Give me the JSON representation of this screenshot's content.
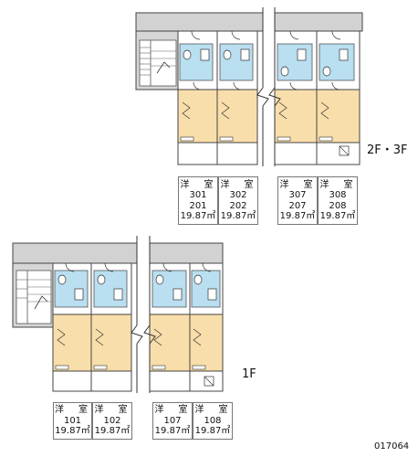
{
  "colors": {
    "wet_area": "#b9dff0",
    "room": "#f8deaa",
    "balcony": "#ffffff",
    "corridor": "#d2d2d2",
    "wall": "#444444"
  },
  "floor_labels": {
    "upper": "2F・3F",
    "lower": "1F"
  },
  "units_upper": [
    {
      "type": "洋　室",
      "rooms": [
        "301",
        "201"
      ],
      "area": "19.87㎡"
    },
    {
      "type": "洋　室",
      "rooms": [
        "302",
        "202"
      ],
      "area": "19.87㎡"
    },
    {
      "type": "洋　室",
      "rooms": [
        "307",
        "207"
      ],
      "area": "19.87㎡"
    },
    {
      "type": "洋　室",
      "rooms": [
        "308",
        "208"
      ],
      "area": "19.87㎡"
    }
  ],
  "units_lower": [
    {
      "type": "洋　室",
      "rooms": [
        "101"
      ],
      "area": "19.87㎡"
    },
    {
      "type": "洋　室",
      "rooms": [
        "102"
      ],
      "area": "19.87㎡"
    },
    {
      "type": "洋　室",
      "rooms": [
        "107"
      ],
      "area": "19.87㎡"
    },
    {
      "type": "洋　室",
      "rooms": [
        "108"
      ],
      "area": "19.87㎡"
    }
  ],
  "icons": [
    "staircase-icon",
    "door-swing-icon",
    "toilet-icon",
    "sink-icon",
    "closet-icon",
    "air-conditioner-icon"
  ],
  "listing_code": "017064"
}
